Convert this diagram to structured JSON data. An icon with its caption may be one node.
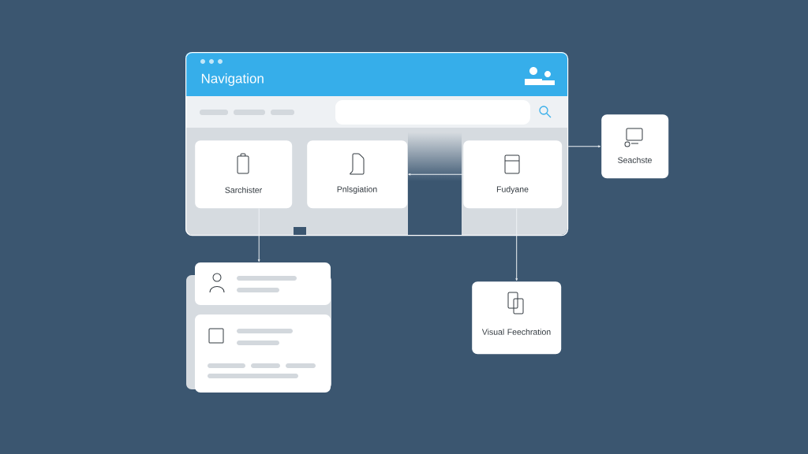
{
  "diagram": {
    "nodes": [
      {
        "text": [
          "Navigation"
        ]
      },
      {
        "text": [
          "Sarchister"
        ],
        "in": 0
      },
      {
        "text": [
          "Pnlsgiation"
        ],
        "in": 0
      },
      {
        "text": [
          "Fudyane"
        ],
        "in": 0
      },
      {
        "text": [
          "Seachste"
        ]
      },
      {
        "text": [],
        "shape": "box"
      },
      {
        "text": [
          "Visual Feechration"
        ]
      }
    ],
    "edges": [
      {
        "from": 0,
        "to": 4,
        "arrow": "to"
      },
      {
        "from": 3,
        "to": 2,
        "arrow": "to"
      },
      {
        "from": 1,
        "to": 5,
        "arrow": "to"
      },
      {
        "from": 3,
        "to": 6,
        "arrow": "to"
      }
    ]
  }
}
